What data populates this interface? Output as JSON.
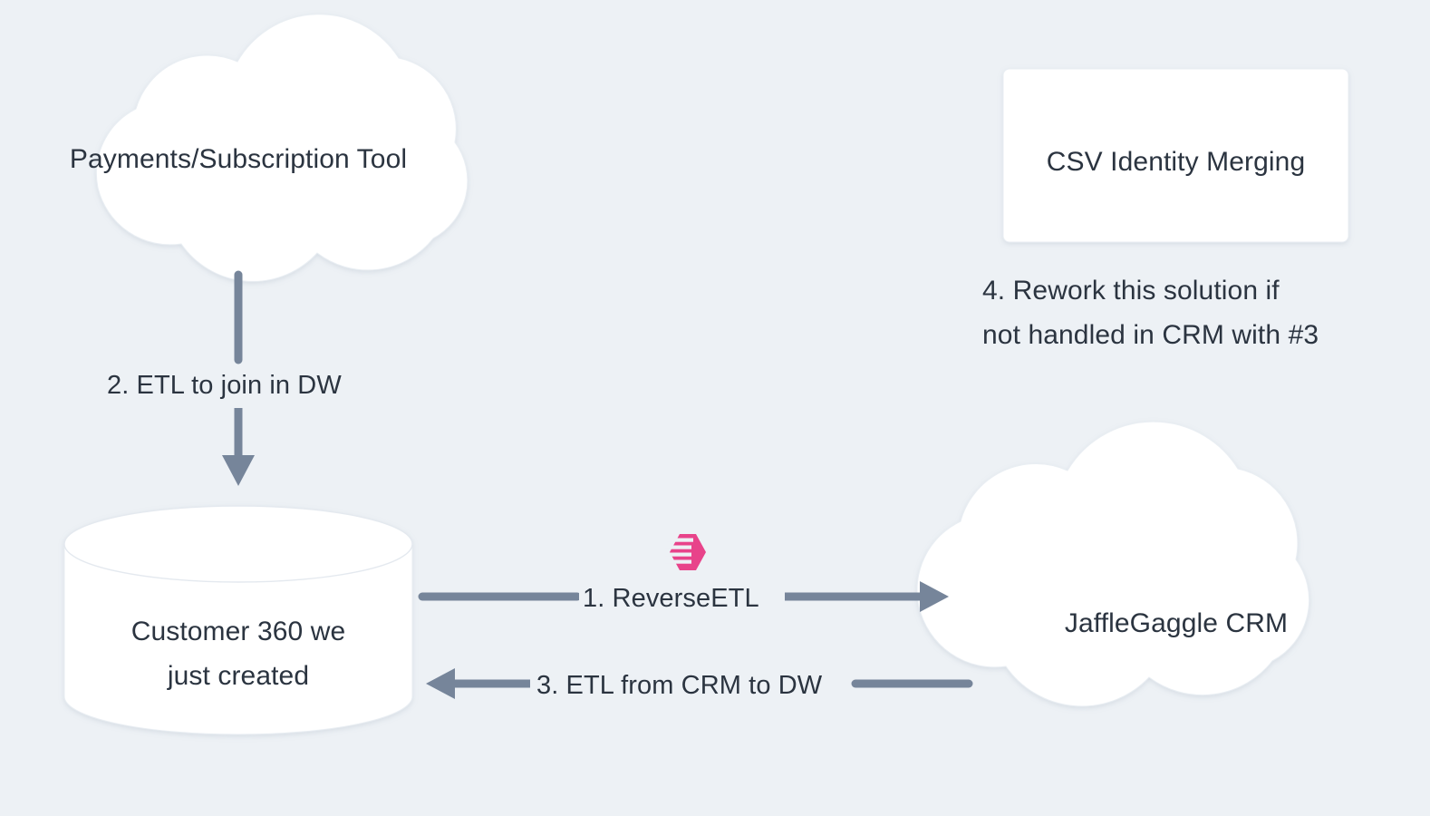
{
  "diagram": {
    "background_color": "#edf1f5",
    "shape_fill": "#ffffff",
    "text_color": "#2b3440",
    "connector_color": "#76859a",
    "accent_color": "#e8438a",
    "nodes": [
      {
        "id": "payments-tool",
        "shape": "cloud",
        "label": "Payments/Subscription Tool"
      },
      {
        "id": "csv-identity-merging",
        "shape": "rectangle",
        "label": "CSV Identity Merging"
      },
      {
        "id": "customer-360-warehouse",
        "shape": "cylinder",
        "label": "Customer 360 we\njust created"
      },
      {
        "id": "jafflegaggle-crm",
        "shape": "cloud",
        "label": "JaffleGaggle CRM"
      }
    ],
    "edges": [
      {
        "id": "reverse-etl",
        "label": "1. ReverseETL",
        "from": "customer-360-warehouse",
        "to": "jafflegaggle-crm",
        "direction": "right",
        "icon": "hightouch-reverse-etl-icon"
      },
      {
        "id": "etl-join-dw",
        "label": "2. ETL to join in DW",
        "from": "payments-tool",
        "to": "customer-360-warehouse",
        "direction": "down"
      },
      {
        "id": "etl-from-crm",
        "label": "3. ETL from CRM to DW",
        "from": "jafflegaggle-crm",
        "to": "customer-360-warehouse",
        "direction": "left"
      }
    ],
    "annotations": [
      {
        "id": "rework-note",
        "text": "4. Rework this solution if\nnot handled in CRM with #3"
      }
    ]
  }
}
